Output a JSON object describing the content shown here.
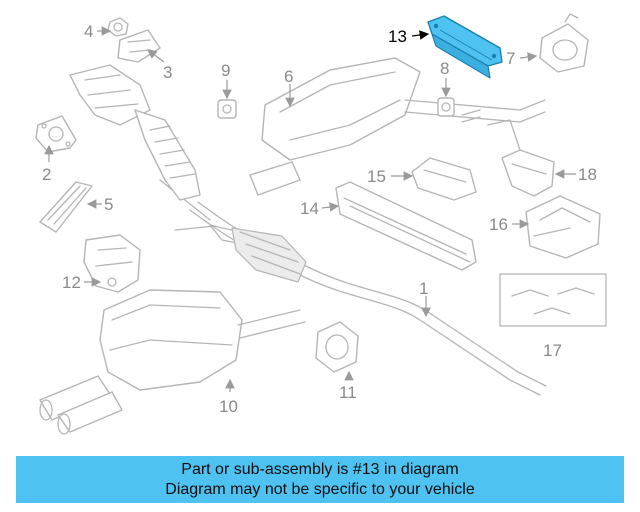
{
  "diagram": {
    "highlighted_part": "13",
    "highlight_color": "#4ec3f2",
    "callouts": {
      "c1": "1",
      "c2": "2",
      "c3": "3",
      "c4": "4",
      "c5": "5",
      "c6": "6",
      "c7": "7",
      "c8": "8",
      "c9": "9",
      "c10": "10",
      "c11": "11",
      "c12": "12",
      "c13": "13",
      "c14": "14",
      "c15": "15",
      "c16": "16",
      "c17": "17",
      "c18": "18"
    }
  },
  "banner": {
    "line1": "Part or sub-assembly is #13 in diagram",
    "line2": "Diagram may not be specific to your vehicle",
    "background": "#4ec3f2"
  }
}
